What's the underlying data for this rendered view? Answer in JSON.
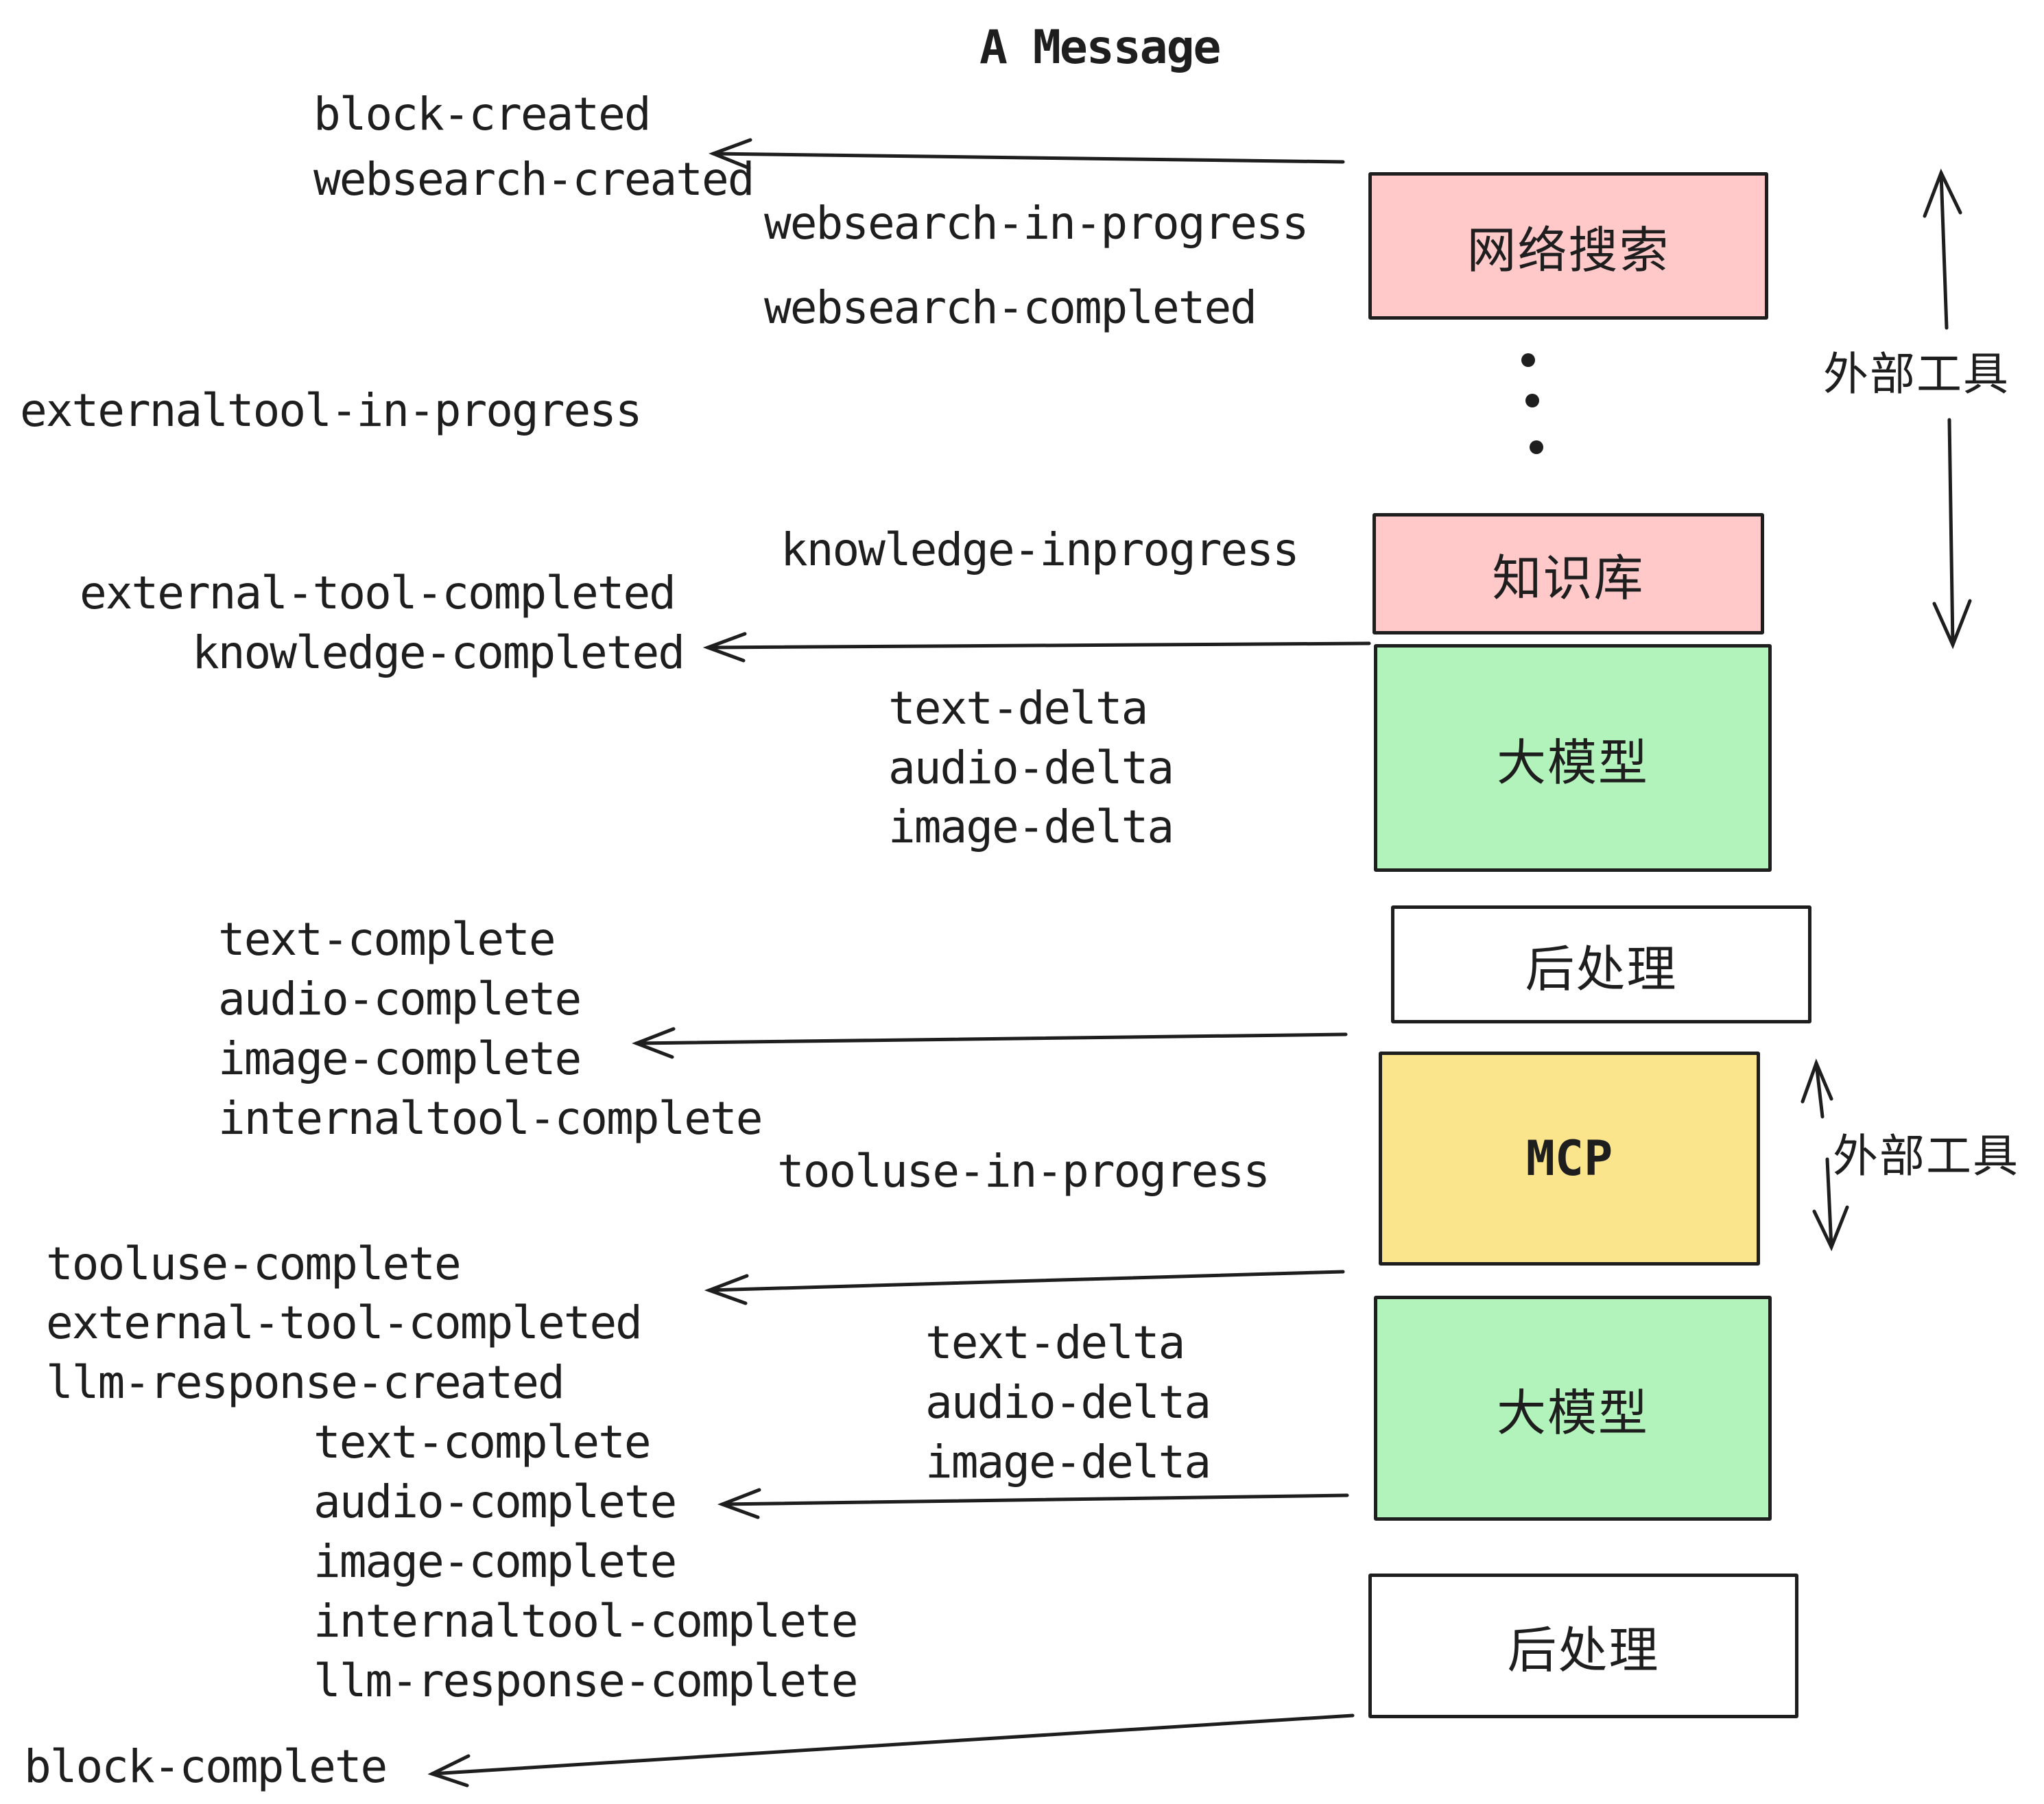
{
  "title": "A Message",
  "colors": {
    "pink": "#ffc9c9",
    "green": "#b2f2bb",
    "yellow": "#fae58c",
    "white": "#ffffff",
    "ink": "#1e1e1e",
    "background": "#ffffff"
  },
  "boxes": [
    {
      "id": "websearch",
      "label": "网络搜索",
      "fill": "#ffc9c9"
    },
    {
      "id": "knowledge",
      "label": "知识库",
      "fill": "#ffc9c9"
    },
    {
      "id": "llm-1",
      "label": "大模型",
      "fill": "#b2f2bb"
    },
    {
      "id": "post-1",
      "label": "后处理",
      "fill": "#ffffff"
    },
    {
      "id": "mcp",
      "label": "MCP",
      "fill": "#fae58c"
    },
    {
      "id": "llm-2",
      "label": "大模型",
      "fill": "#b2f2bb"
    },
    {
      "id": "post-2",
      "label": "后处理",
      "fill": "#ffffff"
    }
  ],
  "side_labels": [
    {
      "text": "外部工具"
    },
    {
      "text": "外部工具"
    }
  ],
  "events": {
    "block_created": "block-created",
    "websearch_created": "websearch-created",
    "websearch_in_progress": "websearch-in-progress",
    "websearch_completed": "websearch-completed",
    "externaltool_in_progress": "externaltool-in-progress",
    "knowledge_inprogress": "knowledge-inprogress",
    "external_tool_completed": "external-tool-completed",
    "knowledge_completed": "knowledge-completed",
    "text_delta": "text-delta",
    "audio_delta": "audio-delta",
    "image_delta": "image-delta",
    "text_complete": "text-complete",
    "audio_complete": "audio-complete",
    "image_complete": "image-complete",
    "internaltool_complete": "internaltool-complete",
    "tooluse_in_progress": "tooluse-in-progress",
    "tooluse_complete": "tooluse-complete",
    "llm_response_created": "llm-response-created",
    "llm_response_complete": "llm-response-complete",
    "block_complete": "block-complete"
  }
}
